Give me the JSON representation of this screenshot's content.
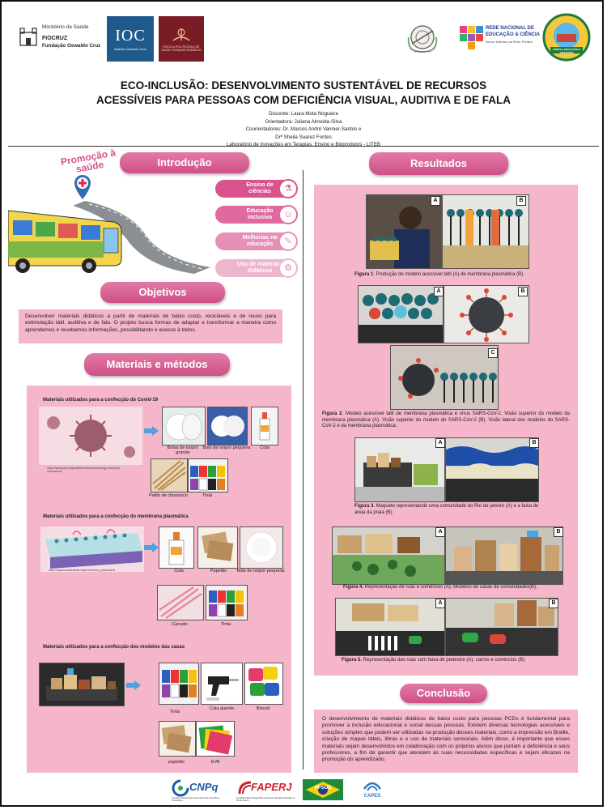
{
  "header": {
    "ministry": "Ministério da Saúde",
    "fiocruz": "FIOCRUZ",
    "fiocruz_full": "Fundação Oswaldo Cruz",
    "ioc": "IOC",
    "ioc_sub": "Instituto Oswaldo Cruz",
    "epsjv": "ESCOLA POLITÉCNICA DE SAÚDE JOAQUIM VENÂNCIO",
    "rede_line1": "REDE NACIONAL DE",
    "rede_line2": "EDUCAÇÃO & CIÊNCIA",
    "rede_sub": "Novos Talentos da Rede Pública",
    "ciencia_badge": "CIÊNCIA, EDUCAÇÃO & CIDADANIA"
  },
  "title": {
    "line1": "ECO-INCLUSÃO: DESENVOLVIMENTO SUSTENTÁVEL DE RECURSOS",
    "line2": "ACESSÍVEIS PARA PESSOAS COM DEFICIÊNCIA VISUAL, AUDITIVA E DE FALA"
  },
  "credits": [
    "Discente: Laura Mota Nogueira",
    "Orientadora: Juliana Almeida-Silva",
    "Coorientadores: Dr. Marcos André Vannier-Santos e",
    "Drª Sheila Suarez Fontes",
    "Laboratório de Inovações em Terapias, Ensino e Bioprodutos - LITEB"
  ],
  "promo": {
    "line1": "Promoção à",
    "line2": "saúde"
  },
  "sections": {
    "intro": "Introdução",
    "objetivos": "Objetivos",
    "materiais": "Materiais e métodos",
    "resultados": "Resultados",
    "conclusao": "Conclusão"
  },
  "topics": [
    {
      "label": "Ensino de ciências",
      "icon": "flask-icon",
      "color": "#d9538f"
    },
    {
      "label": "Educação inclusiva",
      "icon": "people-icon",
      "color": "#de6aa0"
    },
    {
      "label": "Melhorias na educação",
      "icon": "book-icon",
      "color": "#e690b8"
    },
    {
      "label": "Uso de materiais didáticos",
      "icon": "gear-people-icon",
      "color": "#eeb5cf"
    }
  ],
  "objetivos_text": "Desenvolver materiais didáticos a partir de materiais de baixo custo, recicláveis e de reuso para estimulação tátil, auditiva e de fala. O projeto busca formas de adaptar e transformar a maneira como aprendemos e recebemos informações, possibilitando o acesso à todos.",
  "materiais": {
    "covid_title": "Materiais utilizados para a confecção do Covid-19",
    "covid_url": "https://www.jstor.org/stable/nordicmicrobiology-vectorrep-coronavirus",
    "covid_items": [
      "Bolas de isopor grande",
      "Bola de isopor pequena",
      "Cola",
      "Palito de churrasco",
      "Tinta"
    ],
    "membrana_title": "Materiais utilizados para a confecção do membrana plasmática",
    "membrana_url": "https://upload.wikimedia.org/membrana_plasmatica",
    "membrana_items": [
      "Cola",
      "Papelão",
      "Bola de isopor pequena",
      "Canudo",
      "Tinta"
    ],
    "casas_title": "Materiais utilizados para a confecção dos modelos das casas",
    "casas_items": [
      "Tinta",
      "Cola quente",
      "Biscuit",
      "papelão",
      "EVA"
    ]
  },
  "figures": {
    "fig1_label": "Figura 1",
    "fig1_text": ". Produção de modelo acessível tátil (A) de membrana plasmática (B).",
    "fig2_label": "Figura 2",
    "fig2_text": ". Modelo acessível tátil de membrana plasmática e vírus SARS-CoV-2. Visão superior do modelo da membrana plasmática (A). Visão superior do modelo do SARS-CoV-2 (B). Visão lateral dos modelos do SARS-CoV-2  e da membrana plasmática.",
    "fig3_label": "Figura 3.",
    "fig3_text": " Maquete representando uma comunidade do Rio de janeiro (A) e a faixa de areia da praia (B).",
    "fig4_label": "Figura 4.",
    "fig4_text": " Representação de ruas e comércios (A); Modelos de casas de comunidades(B).",
    "fig5_label": "Figura 5.",
    "fig5_text": " Representação das ruas com faixa de pedestre (A), carros e comércios (B).",
    "tags": [
      "A",
      "B",
      "C"
    ]
  },
  "conclusao_text": "O desenvolvimento de materiais didáticos de baixo custo para pessoas PCDs é fundamental para promover a inclusão educacional e social dessas pessoas. Existem diversas tecnologias acessíveis e soluções simples que podem ser utilizadas na produção desses materiais, como a impressão em Braille, criação de mapas táteis, libras e o uso de materiais sensoriais. Além disso, é importante que esses materiais sejam desenvolvidos em colaboração com os próprios alunos que portam a deficiência e seus professores, a fim de garantir que atendam às suas necessidades específicas e sejam eficazes na promoção do aprendizado.",
  "footer": {
    "cnpq": "CNPq",
    "cnpq_sub": "Conselho Nacional de Desenvolvimento Científico e Tecnológico",
    "faperj": "FAPERJ",
    "faperj_sub": "Fundação Carlos Chagas Filho de Amparo à Pesquisa do Estado do Rio de Janeiro",
    "ppsus": "PPSUS",
    "capes": "CAPES"
  },
  "colors": {
    "accent": "#d9538f",
    "panel": "#f4b6c8"
  }
}
